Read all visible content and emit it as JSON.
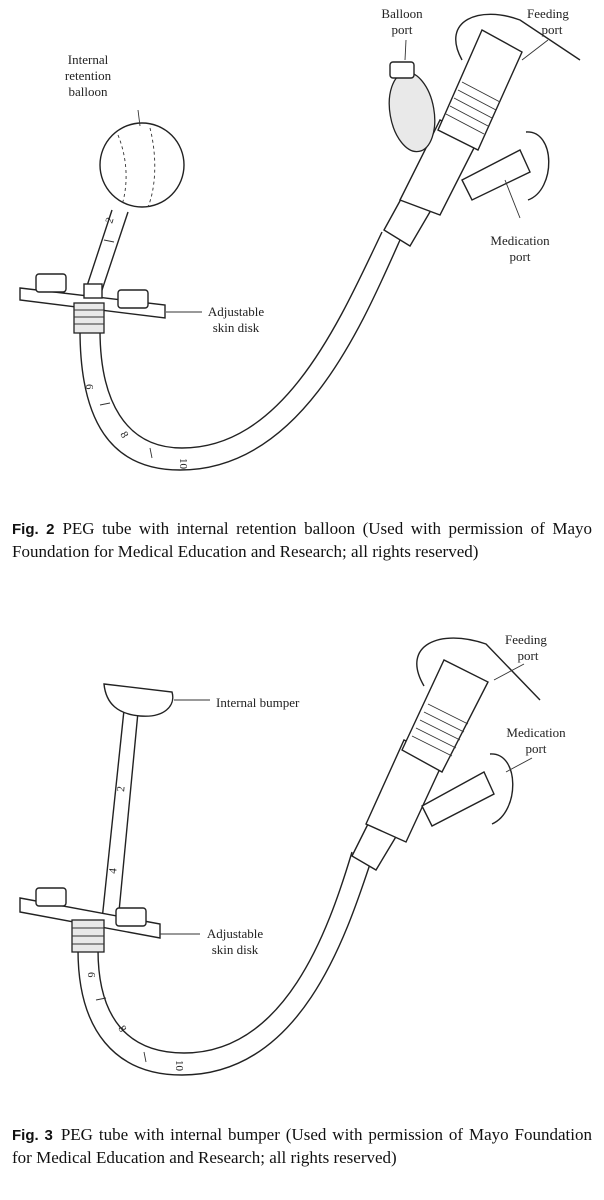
{
  "fig2": {
    "labels": {
      "balloon_port_1": "Balloon",
      "balloon_port_2": "port",
      "feeding_port_1": "Feeding",
      "feeding_port_2": "port",
      "internal_balloon_1": "Internal",
      "internal_balloon_2": "retention",
      "internal_balloon_3": "balloon",
      "medication_port_1": "Medication",
      "medication_port_2": "port",
      "skin_disk_1": "Adjustable",
      "skin_disk_2": "skin disk"
    },
    "ticks": [
      "2",
      "6",
      "8",
      "10"
    ],
    "caption_num": "Fig. 2",
    "caption_text": "PEG tube with internal retention balloon (Used with permission of Mayo Foundation for Medical Education and Research; all rights reserved)"
  },
  "fig3": {
    "labels": {
      "feeding_port_1": "Feeding",
      "feeding_port_2": "port",
      "internal_bumper": "Internal bumper",
      "medication_port_1": "Medication",
      "medication_port_2": "port",
      "skin_disk_1": "Adjustable",
      "skin_disk_2": "skin disk"
    },
    "ticks": [
      "2",
      "4",
      "6",
      "8",
      "10"
    ],
    "caption_num": "Fig. 3",
    "caption_text": "PEG tube with internal bumper (Used with permission of Mayo Foundation for Medical Education and Research; all rights reserved)"
  }
}
